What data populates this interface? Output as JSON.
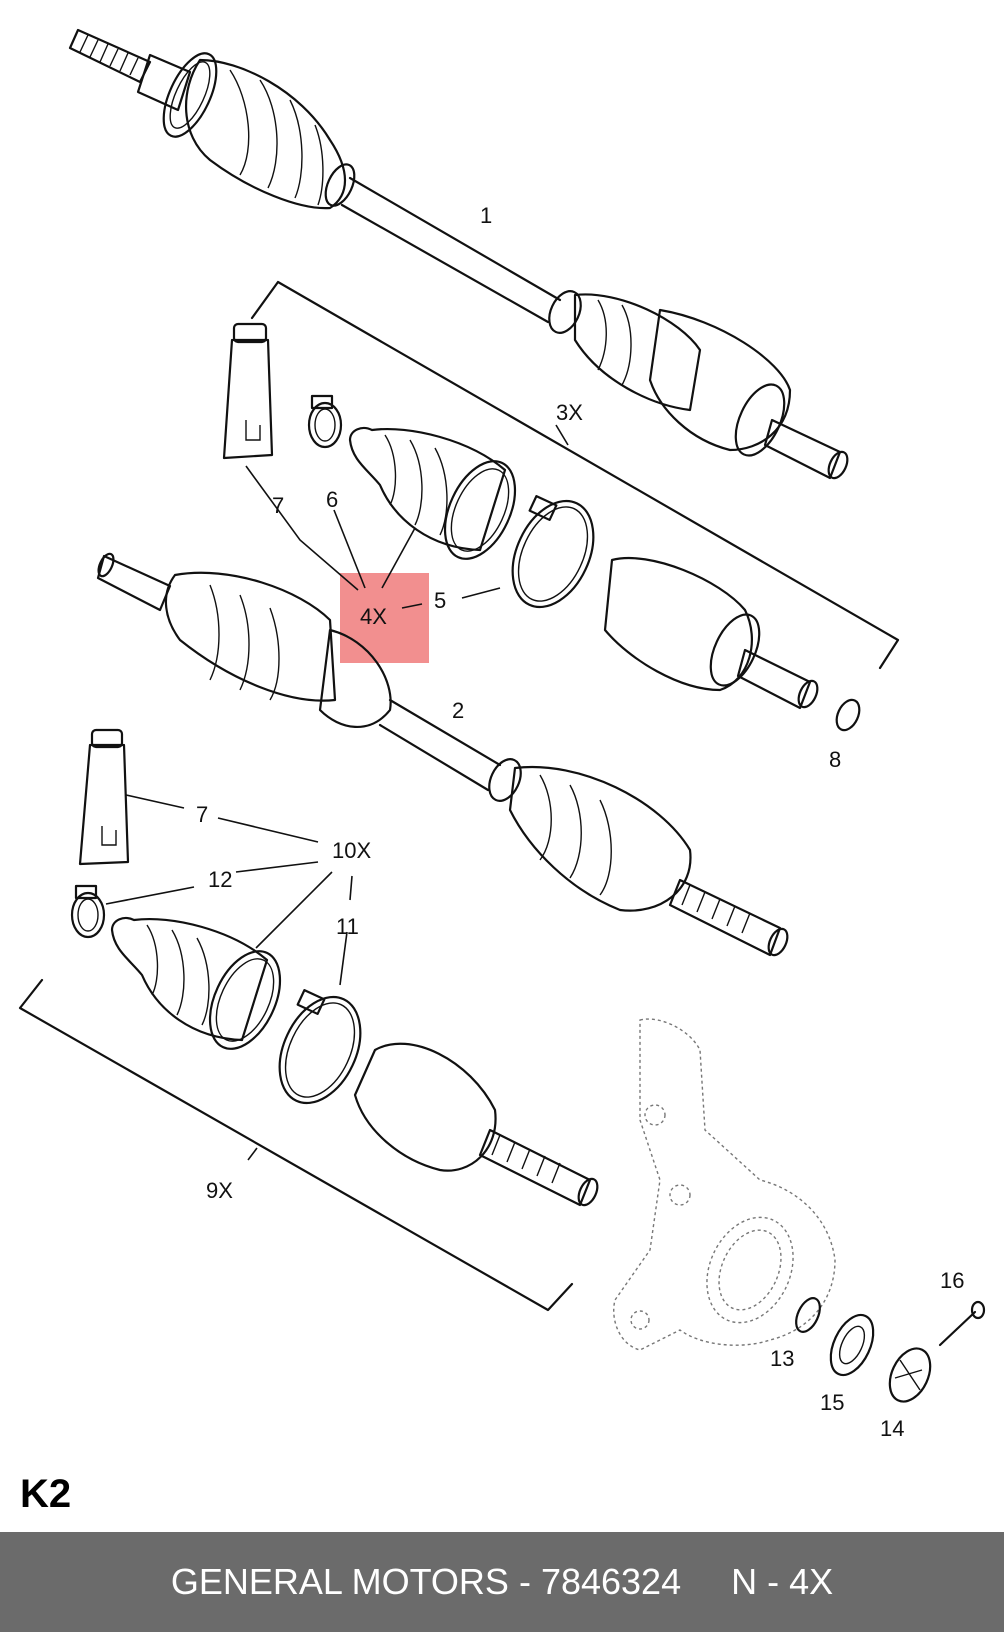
{
  "sheet_code": "K2",
  "footer": {
    "brand": "GENERAL MOTORS",
    "separator": " - ",
    "part_number": "7846324",
    "position_text": "N - 4X"
  },
  "highlight_color": "#f07b7b",
  "callouts": [
    "1",
    "3X",
    "7",
    "6",
    "4X",
    "5",
    "8",
    "2",
    "7",
    "10X",
    "12",
    "11",
    "9X",
    "16",
    "13",
    "15",
    "14"
  ]
}
